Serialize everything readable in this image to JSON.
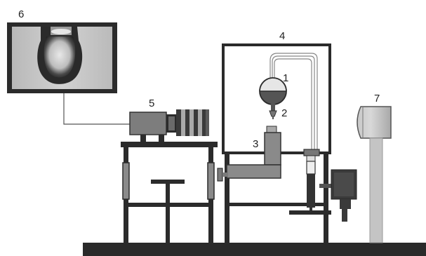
{
  "labels": {
    "flask": "1",
    "needle": "2",
    "syringe": "3",
    "chamber": "4",
    "camera": "5",
    "droplet_image": "6",
    "light_source": "7"
  },
  "colors": {
    "frame": "#2b2b2b",
    "device_gray": "#8a8a8a",
    "light_gray": "#cfcfcf",
    "monitor_bg": "#bdbdbd"
  }
}
